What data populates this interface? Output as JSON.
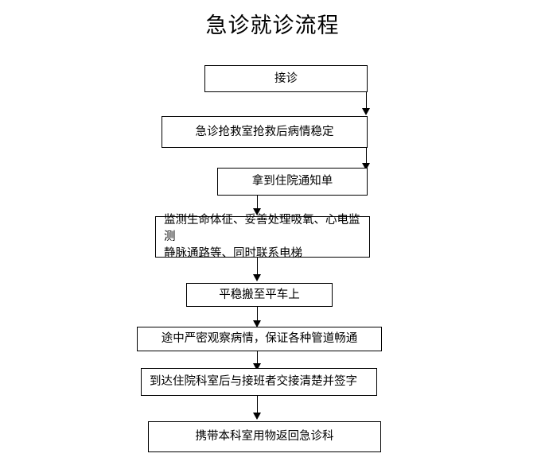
{
  "title": "急诊就诊流程",
  "background_color": "#ffffff",
  "line_color": "#000000",
  "text_color": "#000000",
  "nodes": [
    {
      "id": "n1",
      "label": "接诊"
    },
    {
      "id": "n2",
      "label": "急诊抢救室抢救后病情稳定"
    },
    {
      "id": "n3",
      "label": "拿到住院通知单"
    },
    {
      "id": "n4",
      "label": "监测生命体征、妥善处理吸氧、心电监测\n静脉通路等、同时联系电梯"
    },
    {
      "id": "n5",
      "label": "平稳搬至平车上"
    },
    {
      "id": "n6",
      "label": "途中严密观察病情，保证各种管道畅通"
    },
    {
      "id": "n7",
      "label": "到达住院科室后与接班者交接清楚并签字"
    },
    {
      "id": "n8",
      "label": "携带本科室用物返回急诊科"
    }
  ],
  "connectors": [
    {
      "from": "n1",
      "to": "n2"
    },
    {
      "from": "n2",
      "to": "n3"
    },
    {
      "from": "n3",
      "to": "n4"
    },
    {
      "from": "n4",
      "to": "n5"
    },
    {
      "from": "n5",
      "to": "n6"
    },
    {
      "from": "n6",
      "to": "n7"
    },
    {
      "from": "n7",
      "to": "n8"
    }
  ]
}
